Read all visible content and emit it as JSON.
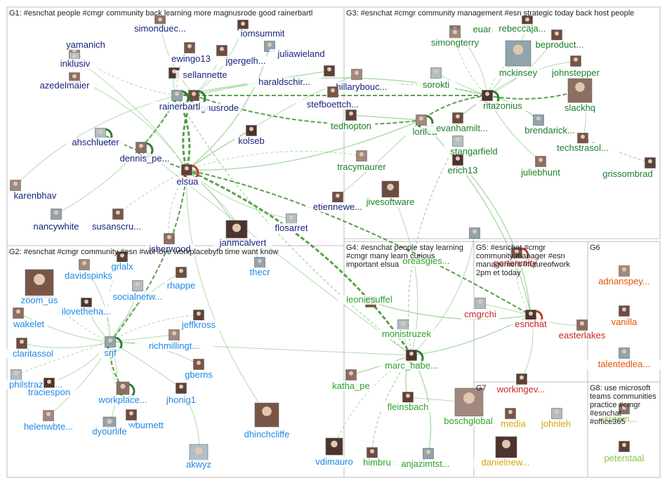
{
  "groups": [
    {
      "id": "G1",
      "label": [
        "G1: #esnchat people #cmgr community back learning more magnusrode good rainerbartl"
      ],
      "color": "#1a237e"
    },
    {
      "id": "G2",
      "label": [
        "G2: #esnchat #cmgr community #esn #wol love workplacebyfb time want know"
      ],
      "color": "#1e88e5"
    },
    {
      "id": "G3",
      "label": [
        "G3: #esnchat #cmgr community management #esn strategic today back host people"
      ],
      "color": "#1b7f2a"
    },
    {
      "id": "G4",
      "label": [
        "G4: #esnchat people stay learning",
        "#cmgr many learn curious",
        "important elsua"
      ],
      "color": "#2aa32a"
    },
    {
      "id": "G5",
      "label": [
        "G5: #esnchat #cmgr",
        "community manager #esn",
        "management #futureofwork",
        "2pm et today"
      ],
      "color": "#c62828"
    },
    {
      "id": "G6",
      "label": [
        "G6"
      ],
      "color": "#e65100"
    },
    {
      "id": "G7",
      "label": [
        "G7"
      ],
      "color": "#d4a600"
    },
    {
      "id": "G8",
      "label": [
        "G8: use microsoft",
        "teams communities",
        "practice #cmgr",
        "#esnchat",
        "#office365"
      ],
      "color": "#8bc34a"
    }
  ],
  "nodes": [
    {
      "id": "simonduec",
      "label": "simonduec...",
      "g": "G1"
    },
    {
      "id": "iomsummit",
      "label": "iomsummit",
      "g": "G1"
    },
    {
      "id": "yamanich",
      "label": "yamanich",
      "g": "G1"
    },
    {
      "id": "jgergelh",
      "label": "jgergelh...",
      "g": "G1"
    },
    {
      "id": "juliawieland",
      "label": "juliawieland",
      "g": "G1"
    },
    {
      "id": "ewingo13",
      "label": "ewingo13",
      "g": "G1"
    },
    {
      "id": "inklusiv",
      "label": "inklusiv",
      "g": "G1"
    },
    {
      "id": "sellannette",
      "label": "sellannette",
      "g": "G1"
    },
    {
      "id": "azedelmaier",
      "label": "azedelmaier",
      "g": "G1"
    },
    {
      "id": "haraldschir",
      "label": "haraldschir...",
      "g": "G1"
    },
    {
      "id": "hillarybouc",
      "label": "hillarybouc...",
      "g": "G1"
    },
    {
      "id": "magnusrode",
      "label": "magnusrode",
      "g": "G1"
    },
    {
      "id": "rainerbartl",
      "label": "rainerbartl",
      "g": "G1"
    },
    {
      "id": "stefboettch",
      "label": "stefboettch...",
      "g": "G1"
    },
    {
      "id": "ahschlueter",
      "label": "ahschlueter",
      "g": "G1"
    },
    {
      "id": "kolseb",
      "label": "kolseb",
      "g": "G1"
    },
    {
      "id": "dennis_pe",
      "label": "dennis_pe...",
      "g": "G1"
    },
    {
      "id": "elsua",
      "label": "elsua",
      "g": "G1"
    },
    {
      "id": "karenbhav",
      "label": "karenbhav",
      "g": "G1"
    },
    {
      "id": "etiennewe",
      "label": "etiennewe...",
      "g": "G1"
    },
    {
      "id": "nancywhite",
      "label": "nancywhite",
      "g": "G1"
    },
    {
      "id": "susanscru",
      "label": "susanscru...",
      "g": "G1"
    },
    {
      "id": "flosarret",
      "label": "flosarret",
      "g": "G1"
    },
    {
      "id": "janmcalvert",
      "label": "janmcalvert",
      "g": "G1"
    },
    {
      "id": "jsherwood",
      "label": "jsherwood",
      "g": "G1"
    },
    {
      "id": "grlalx",
      "label": "grlalx",
      "g": "G2"
    },
    {
      "id": "davidspinks",
      "label": "davidspinks",
      "g": "G2"
    },
    {
      "id": "rhappe",
      "label": "rhappe",
      "g": "G2"
    },
    {
      "id": "thecr",
      "label": "thecr",
      "g": "G2"
    },
    {
      "id": "zoom_us",
      "label": "zoom_us",
      "g": "G2"
    },
    {
      "id": "socialnetw",
      "label": "socialnetw...",
      "g": "G2"
    },
    {
      "id": "ilovetheha",
      "label": "ilovetheha...",
      "g": "G2"
    },
    {
      "id": "wakelet",
      "label": "wakelet",
      "g": "G2"
    },
    {
      "id": "jeffkross",
      "label": "jeffkross",
      "g": "G2"
    },
    {
      "id": "richmillingt",
      "label": "richmillingt...",
      "g": "G2"
    },
    {
      "id": "claritassol",
      "label": "claritassol",
      "g": "G2"
    },
    {
      "id": "srjf",
      "label": "srjf",
      "g": "G2"
    },
    {
      "id": "gberns",
      "label": "gberns",
      "g": "G2"
    },
    {
      "id": "philstrazzul",
      "label": "philstrazzul...",
      "g": "G2"
    },
    {
      "id": "traciespon",
      "label": "traciespon",
      "g": "G2"
    },
    {
      "id": "workplace",
      "label": "workplace...",
      "g": "G2"
    },
    {
      "id": "jhonig1",
      "label": "jhonig1",
      "g": "G2"
    },
    {
      "id": "helenwbte",
      "label": "helenwbte...",
      "g": "G2"
    },
    {
      "id": "wburnett",
      "label": "wburnett",
      "g": "G2"
    },
    {
      "id": "dyourlife",
      "label": "dyourlife",
      "g": "G2"
    },
    {
      "id": "dhinchcliffe",
      "label": "dhinchcliffe",
      "g": "G2"
    },
    {
      "id": "akwyz",
      "label": "akwyz",
      "g": "G2"
    },
    {
      "id": "vdimauro",
      "label": "vdimauro",
      "g": "G2"
    },
    {
      "id": "euan",
      "label": "euan",
      "g": "G3"
    },
    {
      "id": "rebeccaja",
      "label": "rebeccaja...",
      "g": "G3"
    },
    {
      "id": "simongterry",
      "label": "simongterry",
      "g": "G3"
    },
    {
      "id": "beproduct",
      "label": "beproduct...",
      "g": "G3"
    },
    {
      "id": "mckinsey",
      "label": "mckinsey",
      "g": "G3"
    },
    {
      "id": "johnstepper",
      "label": "johnstepper",
      "g": "G3"
    },
    {
      "id": "sorokti",
      "label": "sorokti",
      "g": "G3"
    },
    {
      "id": "ritazonius",
      "label": "ritazonius",
      "g": "G3"
    },
    {
      "id": "slackhq",
      "label": "slackhq",
      "g": "G3"
    },
    {
      "id": "tedhopton",
      "label": "tedhopton",
      "g": "G3"
    },
    {
      "id": "lorilea",
      "label": "lorilea",
      "g": "G3"
    },
    {
      "id": "evanhamilt",
      "label": "evanhamilt...",
      "g": "G3"
    },
    {
      "id": "brendarick",
      "label": "brendarick...",
      "g": "G3"
    },
    {
      "id": "techstrasol",
      "label": "techstrasol...",
      "g": "G3"
    },
    {
      "id": "stangarfield",
      "label": "stangarfield",
      "g": "G3"
    },
    {
      "id": "erich13",
      "label": "erich13",
      "g": "G3"
    },
    {
      "id": "juliebhunt",
      "label": "juliebhunt",
      "g": "G3"
    },
    {
      "id": "grissombrad",
      "label": "grissombrad",
      "g": "G3"
    },
    {
      "id": "tracymaurer",
      "label": "tracymaurer",
      "g": "G3"
    },
    {
      "id": "jivesoftware",
      "label": "jivesoftware",
      "g": "G3"
    },
    {
      "id": "oreasgies",
      "label": "oreasgies...",
      "g": "G4"
    },
    {
      "id": "leoniesuffel",
      "label": "leoniesuffel",
      "g": "G4"
    },
    {
      "id": "monistruzek",
      "label": "monistruzek",
      "g": "G4"
    },
    {
      "id": "marc_habe",
      "label": "marc_habe...",
      "g": "G4"
    },
    {
      "id": "katha_pe",
      "label": "katha_pe",
      "g": "G4"
    },
    {
      "id": "fleinsbach",
      "label": "fleinsbach",
      "g": "G4"
    },
    {
      "id": "boschglobal",
      "label": "boschglobal",
      "g": "G4"
    },
    {
      "id": "himbrue",
      "label": "himbrue...",
      "g": "G4"
    },
    {
      "id": "anjazimtst",
      "label": "anjazimtst...",
      "g": "G4"
    },
    {
      "id": "porterunity",
      "label": "porterunity",
      "g": "G5"
    },
    {
      "id": "cmgrchi",
      "label": "cmgrchi",
      "g": "G5"
    },
    {
      "id": "esnchat",
      "label": "esnchat",
      "g": "G5"
    },
    {
      "id": "easterlakes",
      "label": "easterlakes",
      "g": "G5"
    },
    {
      "id": "workingev",
      "label": "workingev...",
      "g": "G5"
    },
    {
      "id": "adrianspey",
      "label": "adrianspey...",
      "g": "G6"
    },
    {
      "id": "vanilla",
      "label": "vanilla",
      "g": "G6"
    },
    {
      "id": "talentedlea",
      "label": "talentedlea...",
      "g": "G6"
    },
    {
      "id": "media",
      "label": "media",
      "g": "G7"
    },
    {
      "id": "johnleh",
      "label": "johnleh",
      "g": "G7"
    },
    {
      "id": "danielnew",
      "label": "danielnew...",
      "g": "G7"
    },
    {
      "id": "sroom",
      "label": "sroom...",
      "g": "G8"
    },
    {
      "id": "peterstaal",
      "label": "peterstaal",
      "g": "G8"
    }
  ]
}
